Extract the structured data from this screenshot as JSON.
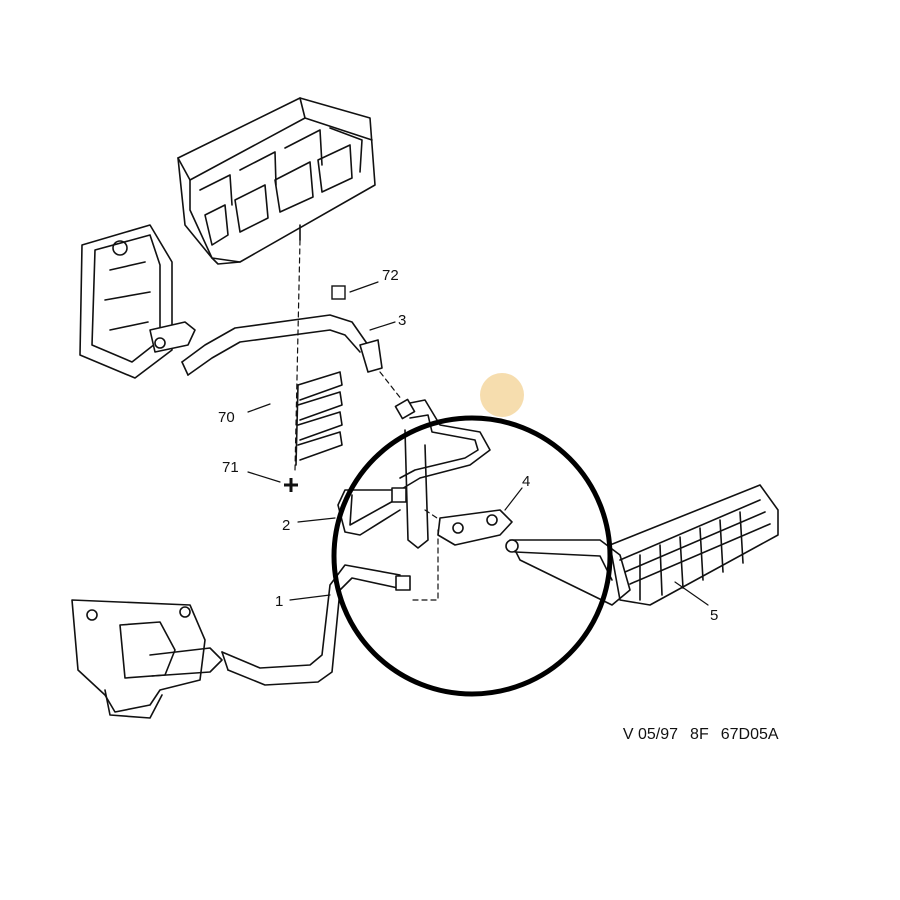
{
  "callouts": {
    "c1": "1",
    "c2": "2",
    "c3": "3",
    "c4": "4",
    "c5": "5",
    "c70": "70",
    "c71": "71",
    "c72": "72"
  },
  "reference": {
    "version": "V 05/97",
    "code1": "8F",
    "code2": "67D05A"
  },
  "colors": {
    "line": "#111111",
    "highlight_circle": "#000000",
    "highlight_dot": "#f5d7a0"
  }
}
